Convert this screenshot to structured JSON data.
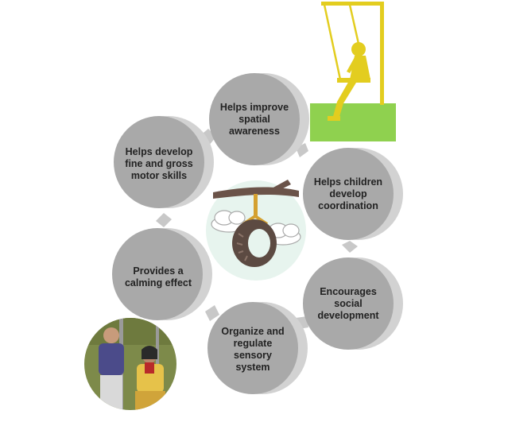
{
  "nodes": [
    {
      "id": "spatial",
      "label": "Helps improve spatial awareness"
    },
    {
      "id": "coordination",
      "label": "Helps children develop coordination"
    },
    {
      "id": "social",
      "label": "Encourages social development"
    },
    {
      "id": "sensory",
      "label": "Organize and regulate sensory system"
    },
    {
      "id": "calming",
      "label": "Provides a calming effect"
    },
    {
      "id": "motor",
      "label": "Helps develop fine and gross motor skills"
    }
  ],
  "colors": {
    "node_face": "#a9a9a9",
    "node_side": "#d2d2d2",
    "node_text": "#222222",
    "arrow": "#c8c8c8",
    "swing_yellow": "#e3cd1f",
    "grass_green": "#8fd14f",
    "center_bg": "#e7f4ee"
  },
  "icons": {
    "center": "tire-swing-icon",
    "top_right": "child-on-swing-icon",
    "bottom_left": "couple-on-swings-photo"
  }
}
